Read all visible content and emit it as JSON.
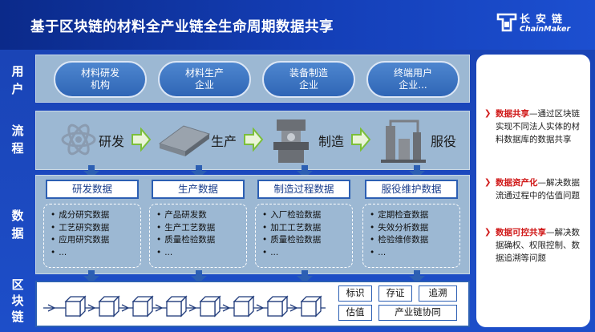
{
  "title": "基于区块链的材料全产业链全生命周期数据共享",
  "logo": {
    "cn": "长安链",
    "en": "ChainMaker"
  },
  "row_labels": {
    "user": [
      "用",
      "户"
    ],
    "flow": [
      "流",
      "程"
    ],
    "data": [
      "数",
      "据"
    ],
    "chain": [
      "区",
      "块",
      "链"
    ]
  },
  "users": [
    "材料研发",
    "机构",
    "材料生产",
    "企业",
    "装备制造",
    "企业",
    "终端用户",
    "企业..."
  ],
  "flow": [
    "研发",
    "生产",
    "制造",
    "服役"
  ],
  "data_columns": [
    {
      "head": "研发数据",
      "items": [
        "成分研究数据",
        "工艺研究数据",
        "应用研究数据",
        "..."
      ]
    },
    {
      "head": "生产数据",
      "items": [
        "产品研发数",
        "生产工艺数据",
        "质量检验数据",
        "..."
      ]
    },
    {
      "head": "制造过程数据",
      "items": [
        "入厂检验数据",
        "加工工艺数据",
        "质量检验数据",
        "..."
      ]
    },
    {
      "head": "服役维护数据",
      "items": [
        "定期检查数据",
        "失效分析数据",
        "检验维修数据",
        "..."
      ]
    }
  ],
  "chain_tags": [
    "标识",
    "存证",
    "追溯",
    "估值",
    "产业链协同"
  ],
  "side": [
    {
      "hl": "数据共享",
      "text": "—通过区块链实现不同法人实体的材料数据库的数据共享"
    },
    {
      "hl": "数据资产化",
      "text": "—解决数据流通过程中的估值问题"
    },
    {
      "hl": "数据可控共享",
      "text": "—解决数据确权、权限控制、数据追溯等问题"
    }
  ],
  "colors": {
    "header": "#143fb8",
    "panel": "#9cb8d3",
    "accent_red": "#d01818",
    "box_blue": "#2f66b6"
  }
}
